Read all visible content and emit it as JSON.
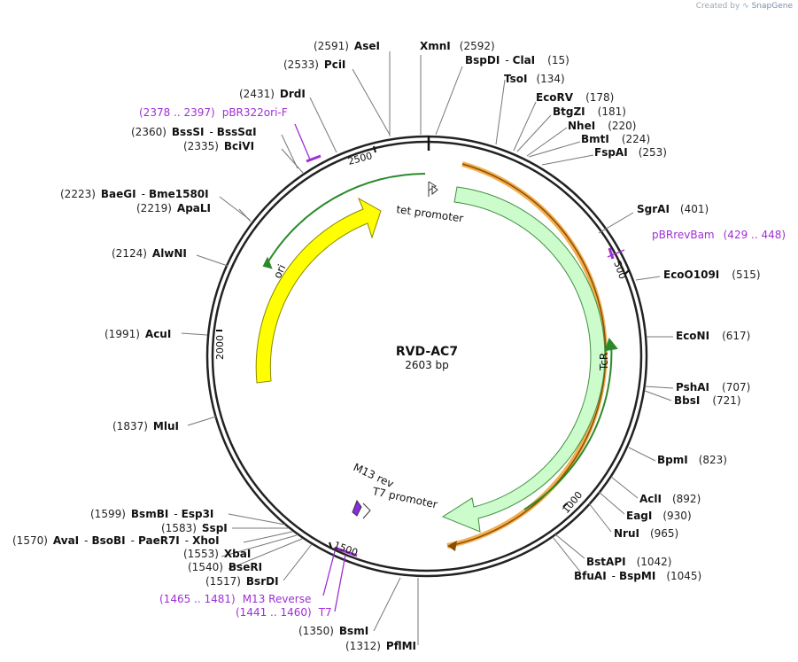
{
  "credit": {
    "prefix": "Created by",
    "brand": "SnapGene"
  },
  "map": {
    "name": "RVD-AC7",
    "length_label": "2603 bp",
    "length": 2603,
    "tick_labels": [
      {
        "bp": 500,
        "text": "500"
      },
      {
        "bp": 1000,
        "text": "1000"
      },
      {
        "bp": 1500,
        "text": "1500"
      },
      {
        "bp": 2000,
        "text": "2000"
      },
      {
        "bp": 2500,
        "text": "2500"
      }
    ],
    "features": [
      {
        "name": "TcR",
        "color": "#ccfccc",
        "stroke": "#3f8f3f"
      },
      {
        "name": "ori",
        "color": "#ffff00",
        "stroke": "#8a8a00"
      }
    ],
    "promoters": [
      {
        "name": "tet promoter"
      },
      {
        "name": "M13 rev"
      },
      {
        "name": "T7 promoter"
      }
    ],
    "colors": {
      "primer": "#9e2fd6",
      "orf": "#f0a030",
      "orf_line": "#8a4e00",
      "green_line": "#2a8a2a"
    }
  },
  "enzymes": [
    {
      "id": "asei",
      "name": "AseI",
      "pos": "(2591)"
    },
    {
      "id": "xmni",
      "name": "XmnI",
      "pos": "(2592)"
    },
    {
      "id": "bspdi",
      "name": "BspDI",
      "sep": "-",
      "alt": "ClaI",
      "pos": "(15)"
    },
    {
      "id": "pcii",
      "name": "PciI",
      "pos": "(2533)"
    },
    {
      "id": "tsoi",
      "name": "TsoI",
      "pos": "(134)"
    },
    {
      "id": "ecorv",
      "name": "EcoRV",
      "pos": "(178)"
    },
    {
      "id": "btgzi",
      "name": "BtgZI",
      "pos": "(181)"
    },
    {
      "id": "nhei",
      "name": "NheI",
      "pos": "(220)"
    },
    {
      "id": "bmti",
      "name": "BmtI",
      "pos": "(224)"
    },
    {
      "id": "fspai",
      "name": "FspAI",
      "pos": "(253)"
    },
    {
      "id": "drdi",
      "name": "DrdI",
      "pos": "(2431)"
    },
    {
      "id": "bsssi",
      "name": "BssSI",
      "sep": "-",
      "alt": "BssSαI",
      "pos": "(2360)"
    },
    {
      "id": "bcivi",
      "name": "BciVI",
      "pos": "(2335)"
    },
    {
      "id": "baegi",
      "name": "BaeGI",
      "sep": "-",
      "alt": "Bme1580I",
      "pos": "(2223)"
    },
    {
      "id": "apali",
      "name": "ApaLI",
      "pos": "(2219)"
    },
    {
      "id": "sgrai",
      "name": "SgrAI",
      "pos": "(401)"
    },
    {
      "id": "alwni",
      "name": "AlwNI",
      "pos": "(2124)"
    },
    {
      "id": "ecoo109i",
      "name": "EcoO109I",
      "pos": "(515)"
    },
    {
      "id": "acui",
      "name": "AcuI",
      "pos": "(1991)"
    },
    {
      "id": "econi",
      "name": "EcoNI",
      "pos": "(617)"
    },
    {
      "id": "pshai",
      "name": "PshAI",
      "pos": "(707)"
    },
    {
      "id": "bbsi",
      "name": "BbsI",
      "pos": "(721)"
    },
    {
      "id": "mlui",
      "name": "MluI",
      "pos": "(1837)"
    },
    {
      "id": "bpmi",
      "name": "BpmI",
      "pos": "(823)"
    },
    {
      "id": "acli",
      "name": "AclI",
      "pos": "(892)"
    },
    {
      "id": "eagi",
      "name": "EagI",
      "pos": "(930)"
    },
    {
      "id": "nrui",
      "name": "NruI",
      "pos": "(965)"
    },
    {
      "id": "bsmbi",
      "name": "BsmBI",
      "sep": "-",
      "alt": "Esp3I",
      "pos": "(1599)"
    },
    {
      "id": "sspi",
      "name": "SspI",
      "pos": "(1583)"
    },
    {
      "id": "avai",
      "name": "AvaI",
      "sep": "-",
      "alt": "BsoBI",
      "sep2": "-",
      "alt2": "PaeR7I",
      "sep3": "-",
      "alt3": "XhoI",
      "pos": "(1570)"
    },
    {
      "id": "xbai",
      "name": "XbaI",
      "pos": "(1553)"
    },
    {
      "id": "bseri",
      "name": "BseRI",
      "pos": "(1540)"
    },
    {
      "id": "bsrdi",
      "name": "BsrDI",
      "pos": "(1517)"
    },
    {
      "id": "bstapi",
      "name": "BstAPI",
      "pos": "(1042)"
    },
    {
      "id": "bfuai",
      "name": "BfuAI",
      "sep": "-",
      "alt": "BspMI",
      "pos": "(1045)"
    },
    {
      "id": "bsmi",
      "name": "BsmI",
      "pos": "(1350)"
    },
    {
      "id": "pflmi",
      "name": "PflMI",
      "pos": "(1312)"
    }
  ],
  "primers": [
    {
      "id": "pbr322",
      "name": "pBR322ori-F",
      "pos": "(2378 .. 2397)"
    },
    {
      "id": "pbrrevbam",
      "name": "pBRrevBam",
      "pos": "(429 .. 448)"
    },
    {
      "id": "m13reverse",
      "name": "M13 Reverse",
      "pos": "(1465 .. 1481)"
    },
    {
      "id": "t7",
      "name": "T7",
      "pos": "(1441 .. 1460)"
    }
  ]
}
